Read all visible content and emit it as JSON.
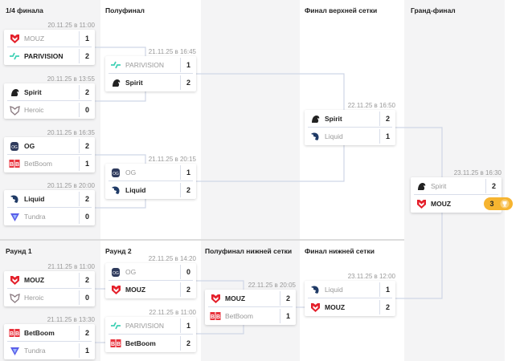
{
  "headers_top": [
    "1/4 финала",
    "Полуфинал",
    "",
    "Финал верхней сетки",
    "Гранд-финал"
  ],
  "headers_bottom": [
    "Раунд 1",
    "Раунд 2",
    "Полуфинал нижней сетки",
    "Финал нижней сетки"
  ],
  "colors": {
    "line": "#cfd6e6",
    "accent": "#f6b430"
  },
  "matches": [
    {
      "id": "qf1",
      "date": "20.11.25 в 11:00",
      "teams": [
        {
          "name": "MOUZ",
          "score": "1"
        },
        {
          "name": "PARIVISION",
          "score": "2"
        }
      ],
      "winner": 1
    },
    {
      "id": "qf2",
      "date": "20.11.25 в 13:55",
      "teams": [
        {
          "name": "Spirit",
          "score": "2"
        },
        {
          "name": "Heroic",
          "score": "0"
        }
      ],
      "winner": 0
    },
    {
      "id": "qf3",
      "date": "20.11.25 в 16:35",
      "teams": [
        {
          "name": "OG",
          "score": "2"
        },
        {
          "name": "BetBoom",
          "score": "1"
        }
      ],
      "winner": 0
    },
    {
      "id": "qf4",
      "date": "20.11.25 в 20:00",
      "teams": [
        {
          "name": "Liquid",
          "score": "2"
        },
        {
          "name": "Tundra",
          "score": "0"
        }
      ],
      "winner": 0
    },
    {
      "id": "sf1",
      "date": "21.11.25 в 16:45",
      "teams": [
        {
          "name": "PARIVISION",
          "score": "1"
        },
        {
          "name": "Spirit",
          "score": "2"
        }
      ],
      "winner": 1
    },
    {
      "id": "sf2",
      "date": "21.11.25 в 20:15",
      "teams": [
        {
          "name": "OG",
          "score": "1"
        },
        {
          "name": "Liquid",
          "score": "2"
        }
      ],
      "winner": 1
    },
    {
      "id": "ubf",
      "date": "22.11.25 в 16:50",
      "teams": [
        {
          "name": "Spirit",
          "score": "2"
        },
        {
          "name": "Liquid",
          "score": "1"
        }
      ],
      "winner": 0
    },
    {
      "id": "gf",
      "date": "23.11.25 в 16:30",
      "teams": [
        {
          "name": "Spirit",
          "score": "2"
        },
        {
          "name": "MOUZ",
          "score": "3"
        }
      ],
      "winner": 1,
      "trophy": true
    },
    {
      "id": "lr1a",
      "date": "21.11.25 в 11:00",
      "teams": [
        {
          "name": "MOUZ",
          "score": "2"
        },
        {
          "name": "Heroic",
          "score": "0"
        }
      ],
      "winner": 0
    },
    {
      "id": "lr1b",
      "date": "21.11.25 в 13:30",
      "teams": [
        {
          "name": "BetBoom",
          "score": "2"
        },
        {
          "name": "Tundra",
          "score": "1"
        }
      ],
      "winner": 0
    },
    {
      "id": "lr2a",
      "date": "22.11.25 в 14:20",
      "teams": [
        {
          "name": "OG",
          "score": "0"
        },
        {
          "name": "MOUZ",
          "score": "2"
        }
      ],
      "winner": 1
    },
    {
      "id": "lr2b",
      "date": "22.11.25 в 11:00",
      "teams": [
        {
          "name": "PARIVISION",
          "score": "1"
        },
        {
          "name": "BetBoom",
          "score": "2"
        }
      ],
      "winner": 1
    },
    {
      "id": "lsf",
      "date": "22.11.25 в 20:05",
      "teams": [
        {
          "name": "MOUZ",
          "score": "2"
        },
        {
          "name": "BetBoom",
          "score": "1"
        }
      ],
      "winner": 0
    },
    {
      "id": "lbf",
      "date": "23.11.25 в 12:00",
      "teams": [
        {
          "name": "Liquid",
          "score": "1"
        },
        {
          "name": "MOUZ",
          "score": "2"
        }
      ],
      "winner": 1
    }
  ]
}
